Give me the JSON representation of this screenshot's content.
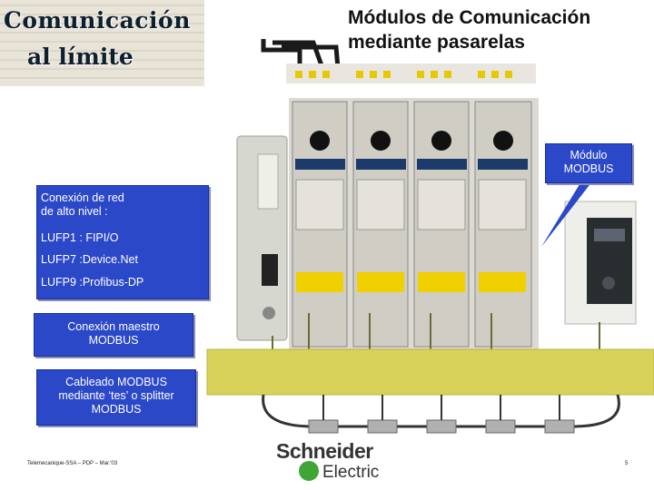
{
  "banner": {
    "line1": "Comunicación",
    "line2": "al límite"
  },
  "title": {
    "line1": "Módulos de Comunicación",
    "line2": "mediante pasarelas"
  },
  "callouts": {
    "red_header1": "Conexión de red",
    "red_header2": "de alto nivel :",
    "lufp1": "LUFP1 : FIPI/O",
    "lufp7": "LUFP7 :Device.Net",
    "lufp9": "LUFP9 :Profibus-DP",
    "maestro1": "Conexión maestro",
    "maestro2": "MODBUS",
    "cable1": "Cableado MODBUS",
    "cable2": "mediante ‘tes’ o splitter",
    "cable3": "MODBUS",
    "modulo1": "Módulo",
    "modulo2": "MODBUS"
  },
  "footer": {
    "text": "Telemecanique-SSA – PDP – Mar.'03",
    "page": "5"
  },
  "logo": {
    "name": "Schneider",
    "sub": "Electric"
  },
  "colors": {
    "callout_bg": "#2b48c8",
    "bus": "#d6d25a",
    "cable": "#333333",
    "logo_green": "#3fa535"
  }
}
